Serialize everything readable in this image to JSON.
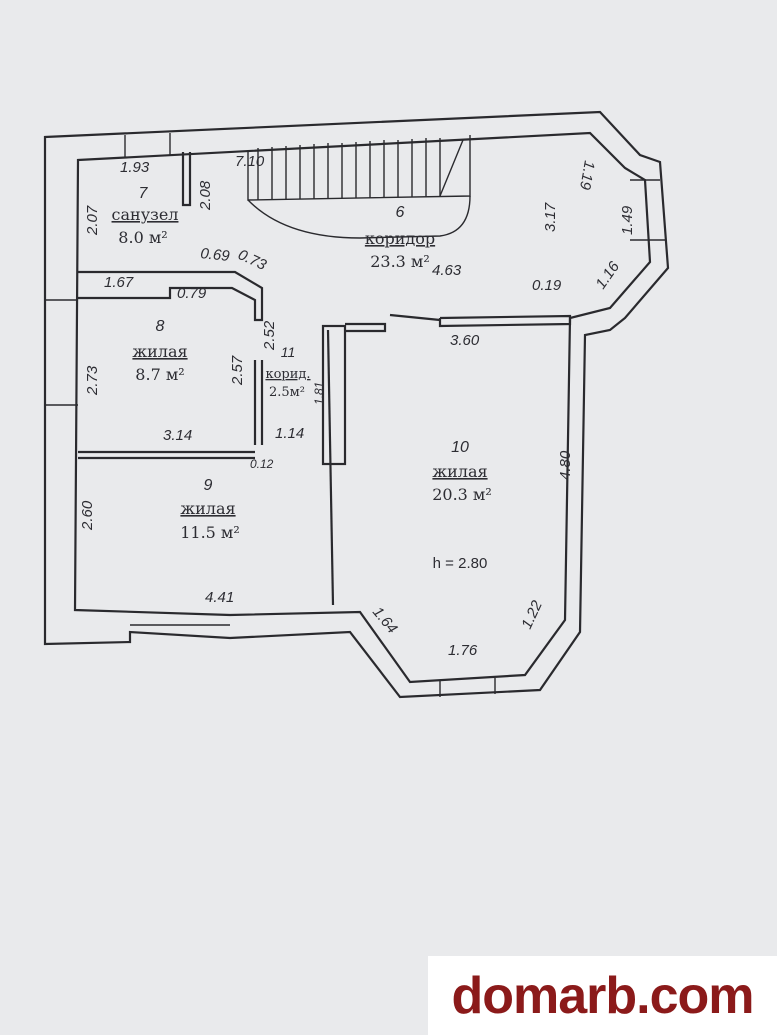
{
  "rooms": {
    "r6": {
      "number": "6",
      "name": "коридор",
      "area": "23.3 м²"
    },
    "r7": {
      "number": "7",
      "name": "санузел",
      "area": "8.0 м²"
    },
    "r8": {
      "number": "8",
      "name": "жилая",
      "area": "8.7 м²"
    },
    "r9": {
      "number": "9",
      "name": "жилая",
      "area": "11.5 м²"
    },
    "r10": {
      "number": "10",
      "name": "жилая",
      "area": "20.3 м²"
    },
    "r11": {
      "number": "11",
      "name": "корид.",
      "area": "2.5м²"
    }
  },
  "ceiling_height": "h = 2.80",
  "dimensions": [
    "1.93",
    "2.07",
    "2.08",
    "7.10",
    "3.17",
    "1.19",
    "1.49",
    "1.16",
    "0.69",
    "0.73",
    "1.67",
    "0.79",
    "4.63",
    "0.19",
    "3.60",
    "2.73",
    "2.57",
    "2.52",
    "1.81",
    "3.14",
    "1.14",
    "0.12",
    "4.80",
    "2.60",
    "4.41",
    "1.64",
    "1.76",
    "1.22"
  ],
  "watermark": "domarb.com"
}
